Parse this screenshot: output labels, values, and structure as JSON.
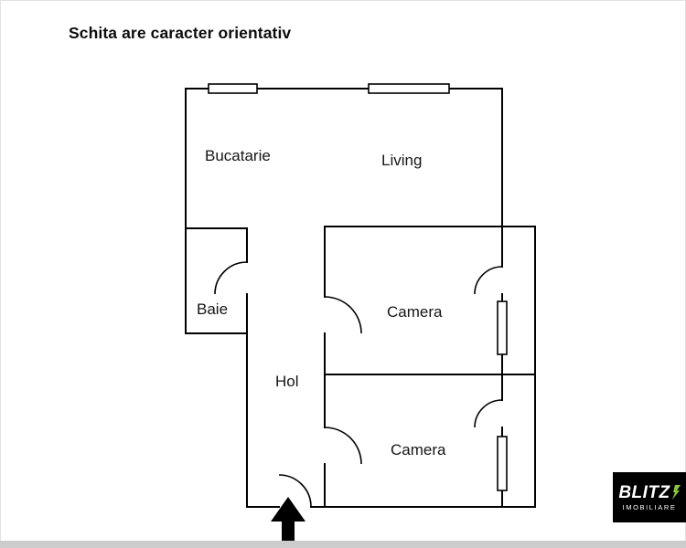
{
  "title": "Schita are caracter orientativ",
  "plan": {
    "rooms": [
      {
        "id": "bucatarie",
        "label": "Bucatarie"
      },
      {
        "id": "living",
        "label": "Living"
      },
      {
        "id": "baie",
        "label": "Baie"
      },
      {
        "id": "hol",
        "label": "Hol"
      },
      {
        "id": "camera1",
        "label": "Camera"
      },
      {
        "id": "camera2",
        "label": "Camera"
      }
    ],
    "symbols": {
      "windows": 4,
      "door_arcs": 6,
      "entrance_arrow": "up-arrow"
    }
  },
  "logo": {
    "brand": "BLITZ",
    "subtitle": "IMOBILIARE",
    "accent_color": "#8cc63e",
    "background_color": "#000000"
  },
  "colors": {
    "wall": "#000000",
    "canvas": "#ffffff",
    "footer_strip": "#cccccc"
  }
}
